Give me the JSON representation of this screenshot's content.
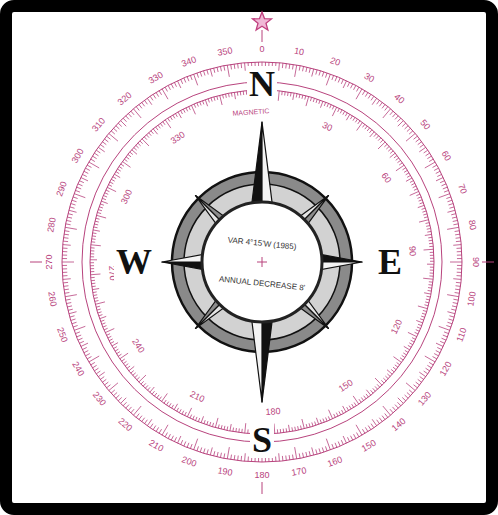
{
  "diagram": {
    "labels": [
      "0",
      "10",
      "20",
      "30",
      "40",
      "50",
      "60",
      "70",
      "80",
      "90",
      "100",
      "110",
      "120",
      "130",
      "140",
      "150",
      "160",
      "170",
      "180",
      "190",
      "200",
      "210",
      "220",
      "230",
      "240",
      "250",
      "260",
      "270",
      "280",
      "290",
      "300",
      "310",
      "320",
      "330",
      "340",
      "350",
      "MAGNETIC",
      "30",
      "60",
      "90",
      "120",
      "150",
      "180",
      "210",
      "240",
      "270",
      "300",
      "330",
      "N",
      "E",
      "S",
      "W",
      "VAR 4°15'W (1985)",
      "ANNUAL DECREASE 8'"
    ]
  }
}
